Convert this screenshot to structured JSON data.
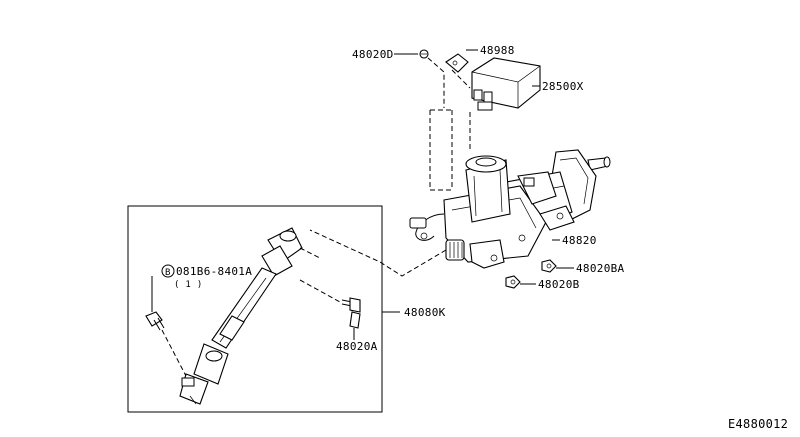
{
  "diagram_id": "E4880012",
  "callouts": {
    "p48020D": "48020D",
    "p48988": "48988",
    "p28500X": "28500X",
    "p48820": "48820",
    "p48020BA": "48020BA",
    "p48020B": "48020B",
    "p48080K": "48080K",
    "p48020A": "48020A",
    "bolt_code": "081B6-8401A",
    "bolt_qty": "( 1 )",
    "bolt_prefix": "B"
  }
}
